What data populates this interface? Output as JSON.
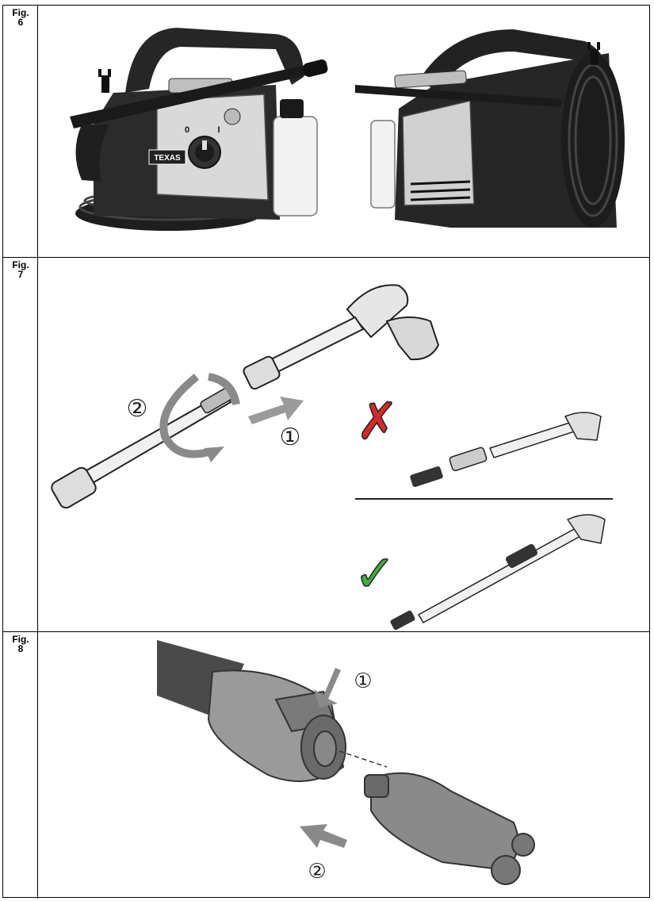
{
  "figures": [
    {
      "word": "Fig.",
      "number": "6"
    },
    {
      "word": "Fig.",
      "number": "7"
    },
    {
      "word": "Fig.",
      "number": "8"
    }
  ],
  "fig6": {
    "brand_label": "TEXAS",
    "switch_off": "0",
    "switch_on": "I"
  },
  "fig7": {
    "step_connect": "①",
    "step_twist": "②",
    "wrong_mark": "✗",
    "right_mark": "✓"
  },
  "fig8": {
    "step_press": "①",
    "step_insert": "②"
  },
  "colors": {
    "wrong": "#d42a2a",
    "right": "#3faf3f",
    "housing_dark": "#2b2b2b",
    "housing_light": "#d9d9d9"
  }
}
